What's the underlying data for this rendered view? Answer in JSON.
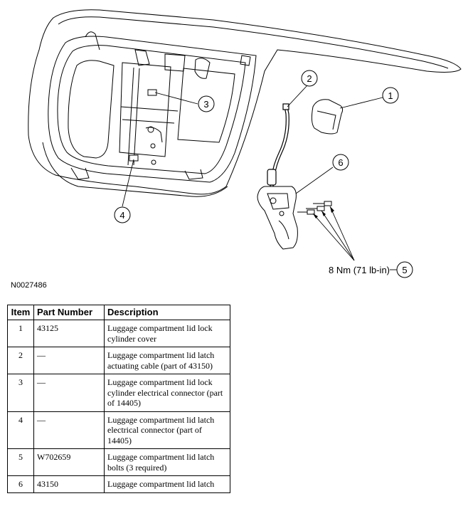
{
  "callouts": [
    "1",
    "2",
    "3",
    "4",
    "5",
    "6"
  ],
  "torque_label": "8 Nm (71 lb-in)",
  "figure_id": "N0027486",
  "table": {
    "headers": {
      "item": "Item",
      "part_number": "Part Number",
      "description": "Description"
    },
    "rows": [
      {
        "item": "1",
        "part_number": "43125",
        "description": "Luggage compartment lid lock cylinder cover"
      },
      {
        "item": "2",
        "part_number": "—",
        "description": "Luggage compartment lid latch actuating cable (part of 43150)"
      },
      {
        "item": "3",
        "part_number": "—",
        "description": "Luggage compartment lid lock cylinder electrical connector (part of 14405)"
      },
      {
        "item": "4",
        "part_number": "—",
        "description": "Luggage compartment lid latch electrical connector (part of 14405)"
      },
      {
        "item": "5",
        "part_number": "W702659",
        "description": "Luggage compartment lid latch bolts (3 required)"
      },
      {
        "item": "6",
        "part_number": "43150",
        "description": "Luggage compartment lid latch"
      }
    ]
  }
}
